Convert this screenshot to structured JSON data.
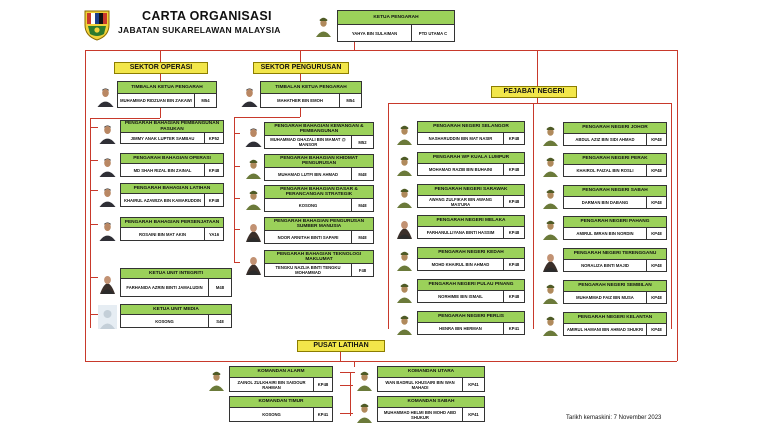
{
  "header": {
    "title": "CARTA ORGANISASI",
    "subtitle": "JABATAN SUKARELAWAN MALAYSIA"
  },
  "colors": {
    "accent_line": "#c8392b",
    "header_green": "#9bd15a",
    "sector_yellow": "#f2e64a"
  },
  "sectors": {
    "operasi": "SEKTOR OPERASI",
    "pengurusan": "SEKTOR PENGURUSAN",
    "pejabat_negeri": "PEJABAT NEGERI",
    "pusat_latihan": "PUSAT LATIHAN"
  },
  "ketua_pengarah": {
    "title": "KETUA PENGARAH",
    "name": "YAHYA BIN SULAIMAN",
    "grade": "PTD UTAMA C"
  },
  "operasi": {
    "head": {
      "title": "TIMBALAN KETUA PENGARAH",
      "name": "MUHAMMAD RIDZUAN BIN ZAKAWI",
      "grade": "M54"
    },
    "units": [
      {
        "title": "PENGARAH BAHAGIAN PEMBANGUNAN PASUKAN",
        "name": "JIMMY ANAK LUPTER SAMBAU",
        "grade": "KP52"
      },
      {
        "title": "PENGARAH BAHAGIAN OPERASI",
        "name": "MD SHAH RIZAL BIN ZAINAL",
        "grade": "KP48"
      },
      {
        "title": "PENGARAH BAHAGIAN LATIHAN",
        "name": "KHAIRUL AZAWIZA BIN KAMARUDDIN",
        "grade": "KP48"
      },
      {
        "title": "PENGARAH BAHAGIAN PERSENJATAAN",
        "name": "ROSAINI BIN MAT AKIN",
        "grade": "YA16"
      }
    ]
  },
  "pengurusan": {
    "head": {
      "title": "TIMBALAN KETUA PENGARAH",
      "name": "MAHATHER BIN EMOH",
      "grade": "M54"
    },
    "units": [
      {
        "title": "PENGARAH BAHAGIAN KEWANGAN & PEMBANGUNAN",
        "name": "MUHAMMAD GHAZALI BIN MAMAT @ MANSOR",
        "grade": "M52"
      },
      {
        "title": "PENGARAH BAHAGIAN KHIDMAT PENGURUSAN",
        "name": "MUHAMAD LUTFI BIN AHMAD",
        "grade": "M48"
      },
      {
        "title": "PENGARAH BAHAGIAN DASAR & PERANCANGAN STRATEGIK",
        "name": "KOSONG",
        "grade": "M48"
      },
      {
        "title": "PENGARAH BAHAGIAN PENGURUSAN SUMBER MANUSIA",
        "name": "NOOR ARNITAH BINTI SAPARI",
        "grade": "M48"
      },
      {
        "title": "PENGARAH BAHAGIAN TEKNOLOGI MAKLUMAT",
        "name": "TENGKU NAZLIA BINTI TENGKU MOHAMMAD",
        "grade": "F48"
      }
    ]
  },
  "integriti": [
    {
      "title": "KETUA UNIT INTEGRITI",
      "name": "FARHANIDA AZRIN BINTI JAMALUDIN",
      "grade": "M48"
    },
    {
      "title": "KETUA UNIT MEDIA",
      "name": "KOSONG",
      "grade": "S48"
    }
  ],
  "negeri_left": [
    {
      "title": "PENGARAH NEGERI SELANGOR",
      "name": "NASHARUDDIN BIN MAT NASIR",
      "grade": "KP48"
    },
    {
      "title": "PENGARAH WP KUALA LUMPUR",
      "name": "MOHAMAD RAZIB BIN BUHAINI",
      "grade": "KP48"
    },
    {
      "title": "PENGARAH NEGERI SARAWAK",
      "name": "AWANG ZULFIKAR BIN AWANG MAS'URA",
      "grade": "KP48"
    },
    {
      "title": "PENGARAH NEGERI MELAKA",
      "name": "FARHANULLIYANA BINTI HASSIM",
      "grade": "KP48"
    },
    {
      "title": "PENGARAH NEGERI KEDAH",
      "name": "MOHD KHAIRUL BIN AHMAD",
      "grade": "KP48"
    },
    {
      "title": "PENGARAH NEGERI PULAU PINANG",
      "name": "NORHIMIE BIN ISMAIL",
      "grade": "KP48"
    },
    {
      "title": "PENGARAH NEGERI PERLIS",
      "name": "HENRA BIN HERMAN",
      "grade": "KP41"
    }
  ],
  "negeri_right": [
    {
      "title": "PENGARAH NEGERI JOHOR",
      "name": "ABDUL AZIZ BIN SIDI AHMAD",
      "grade": "KP48"
    },
    {
      "title": "PENGARAH NEGERI PERAK",
      "name": "KHAIROL FAIZAL BIN ROSLI",
      "grade": "KP48"
    },
    {
      "title": "PENGARAH NEGERI SABAH",
      "name": "DARMAN BIN DABANG",
      "grade": "KP48"
    },
    {
      "title": "PENGARAH NEGERI PAHANG",
      "name": "AMIRUL IMRAN BIN NORDIN",
      "grade": "KP48"
    },
    {
      "title": "PENGARAH NEGERI TERENGGANU",
      "name": "NORALIZA BINTI MAJID",
      "grade": "KP48"
    },
    {
      "title": "PENGARAH NEGERI SEMBILAN",
      "name": "MUHAMMAD FAIZ BIN MUSA",
      "grade": "KP48"
    },
    {
      "title": "PENGARAH NEGERI KELANTAN",
      "name": "AMIRUL HAMANI BIN AHMAD SHUKRI",
      "grade": "KP48"
    }
  ],
  "latihan_left": [
    {
      "title": "KOMANDAN ALARM",
      "name": "ZAINOL ZULKHAIRI BIN SAIDOUR RAHMAN",
      "grade": "KP48"
    },
    {
      "title": "KOMANDAN TIMUR",
      "name": "KOSONG",
      "grade": "KP41"
    }
  ],
  "latihan_right": [
    {
      "title": "KOMANDAN UTARA",
      "name": "WAN BADRUL KHUSAIRI BIN WAN MAHADI",
      "grade": "KP41"
    },
    {
      "title": "KOMANDAN SABAH",
      "name": "MUHAMMAD HELMI BIN MOHD ABD SHUKUR",
      "grade": "KP41"
    }
  ],
  "footer": {
    "date": "Tarikh kemaskini: 7 November 2023"
  }
}
